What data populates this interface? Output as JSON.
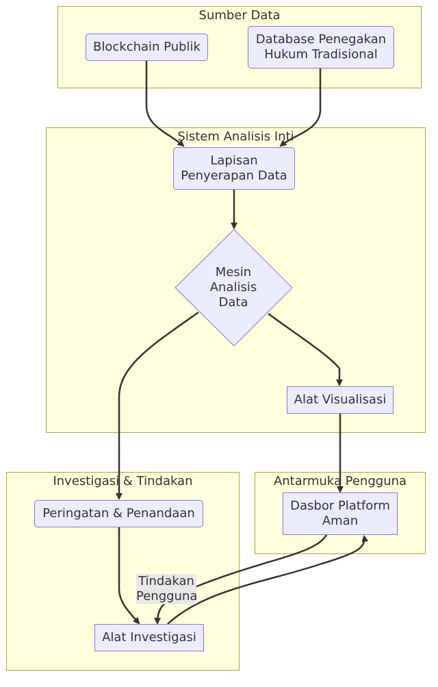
{
  "clusters": {
    "sumber": {
      "title": "Sumber Data"
    },
    "inti": {
      "title": "Sistem Analisis Inti"
    },
    "investigasi": {
      "title": "Investigasi & Tindakan"
    },
    "antarmuka": {
      "title": "Antarmuka Pengguna"
    }
  },
  "nodes": {
    "blockchain": "Blockchain Publik",
    "database": "Database Penegakan\nHukum Tradisional",
    "lapisan": "Lapisan\nPenyerapan Data",
    "mesin": "Mesin\nAnalisis\nData",
    "visualisasi": "Alat Visualisasi",
    "peringatan": "Peringatan & Penandaan",
    "dasbor": "Dasbor Platform\nAman",
    "investigasi": "Alat Investigasi"
  },
  "edge_labels": {
    "tindakan": "Tindakan\nPengguna"
  },
  "colors": {
    "cluster_fill": "#ffffde",
    "cluster_border": "#aaaa33",
    "node_fill": "#ececff",
    "node_border": "#9370db",
    "edge": "#333333",
    "edge_label_bg": "#e8e8e8"
  }
}
